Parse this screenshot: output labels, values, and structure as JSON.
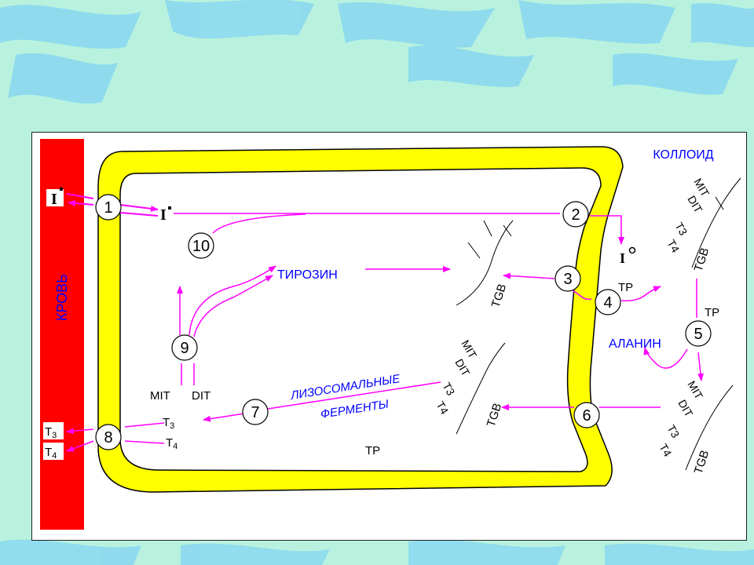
{
  "labels": {
    "blood": "КРОВЬ",
    "colloid": "КОЛЛОИД",
    "iodide_in": "I",
    "iodide_cell": "I",
    "iodine_atom": "I",
    "tyrosine": "ТИРОЗИН",
    "alanine": "АЛАНИН",
    "lysosomal_1": "ЛИЗОСОМАЛЬНЫЕ",
    "lysosomal_2": "ФЕРМЕНТЫ",
    "tp_4": "TP",
    "tp_5": "TP",
    "tp_cell": "TP",
    "mit_9": "MIT",
    "dit_9": "DIT",
    "t3_cell": "T3",
    "t4_cell": "T4",
    "t3_blood": "T3",
    "t4_blood": "T4",
    "tgb": "TGB",
    "mit": "MIT",
    "dit": "DIT",
    "t3": "T3",
    "t4": "T4"
  },
  "steps": [
    "1",
    "2",
    "3",
    "4",
    "5",
    "6",
    "7",
    "8",
    "9",
    "10"
  ],
  "colors": {
    "background": "#b8f2de",
    "wave": "#89d8f0",
    "blood": "#ff0000",
    "membrane": "#ffff00",
    "arrow": "#ff00ff",
    "blue_text": "#0000ff",
    "ink": "#000000"
  }
}
